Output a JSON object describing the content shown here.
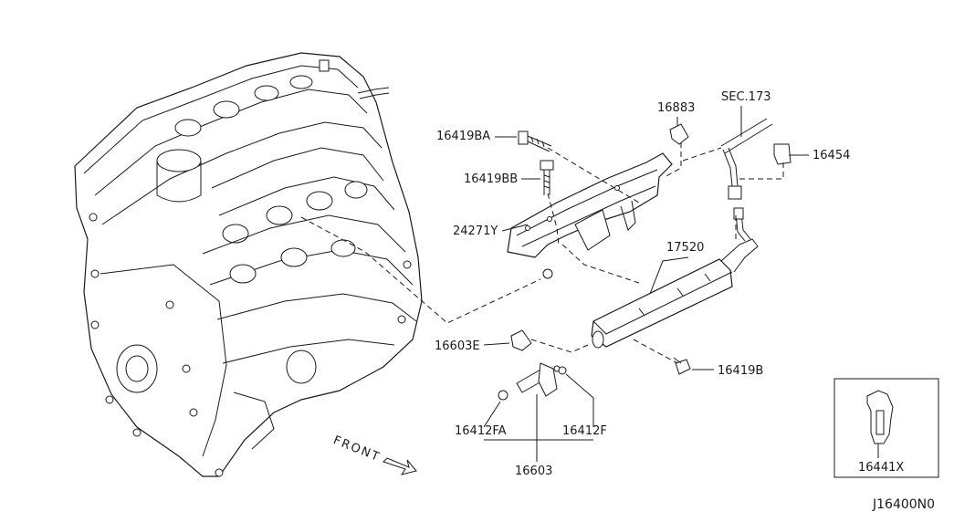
{
  "labels": {
    "bolt_ba": "16419BA",
    "bolt_bb": "16419BB",
    "heat_insulator": "24271Y",
    "clip_16883": "16883",
    "sec_ref": "SEC.173",
    "clamp_16454": "16454",
    "fuel_tube": "17520",
    "clip_16603e": "16603E",
    "bolt_b": "16419B",
    "oring_fa": "16412FA",
    "oring_f": "16412F",
    "injector": "16603",
    "clip_16441x": "16441X",
    "front": "FRONT",
    "diagram_code": "J16400N0"
  }
}
